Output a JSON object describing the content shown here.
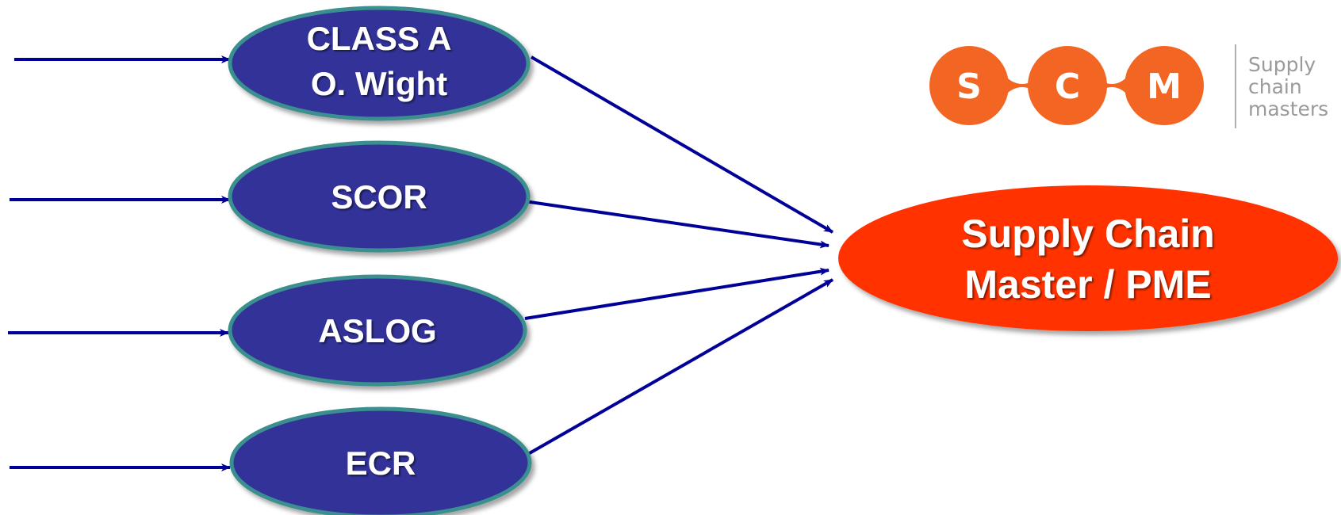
{
  "colors": {
    "input_node_fill": "#333399",
    "input_node_stroke": "#3a8f8f",
    "target_node_fill": "#ff3300",
    "arrow": "#000099",
    "logo_orange": "#f26522",
    "logo_gray": "#9a9a9a"
  },
  "inputs": [
    {
      "lines": [
        "CLASS A",
        "O. Wight"
      ]
    },
    {
      "lines": [
        "SCOR"
      ]
    },
    {
      "lines": [
        "ASLOG"
      ]
    },
    {
      "lines": [
        "ECR"
      ]
    }
  ],
  "target": {
    "lines": [
      "Supply Chain",
      "Master / PME"
    ]
  },
  "logo": {
    "letters": [
      "S",
      "C",
      "M"
    ],
    "tagline": [
      "Supply",
      "chain",
      "masters"
    ]
  }
}
